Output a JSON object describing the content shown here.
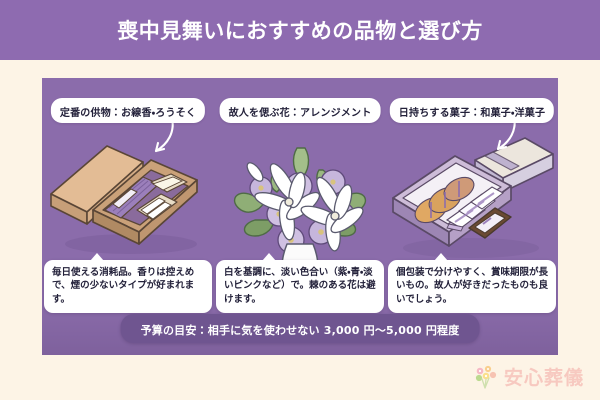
{
  "header": {
    "title": "喪中見舞いにおすすめの品物と選び方"
  },
  "colors": {
    "title_bar": "#8e6bb0",
    "panel": "#8b6cab",
    "page_background": "#fdf4e6",
    "pill_background": "#ffffff",
    "pill_text": "#23213a",
    "budget_pill": "#6f5590",
    "logo_text": "#f7c9c0"
  },
  "columns": [
    {
      "heading": "定番の供物：お線香・ろうそく",
      "caption": "毎日使える消耗品。香りは控えめで、煙の少ないタイプが好まれます。",
      "illustration": "incense-and-candle-gift-box",
      "arrow": "curved-arrow-down-icon"
    },
    {
      "heading": "故人を偲ぶ花：アレンジメント",
      "caption": "白を基調に、淡い色合い（紫・青・淡いピンクなど）で。棘のある花は避けます。",
      "illustration": "white-lily-flower-arrangement",
      "arrow": "curved-arrow-down-icon"
    },
    {
      "heading": "日持ちする菓子：和菓子・洋菓子",
      "caption": "個包装で分けやすく、賞味期限が長いもの。故人が好きだったものも良いでしょう。",
      "illustration": "assorted-sweets-gift-box",
      "arrow": "curved-arrow-down-icon"
    }
  ],
  "budget": {
    "label": "予算の目安：相手に気を使わせない 3,000 円〜5,000 円程度"
  },
  "logo": {
    "name": "安心葬儀",
    "mark": "flower-bouquet-icon"
  }
}
